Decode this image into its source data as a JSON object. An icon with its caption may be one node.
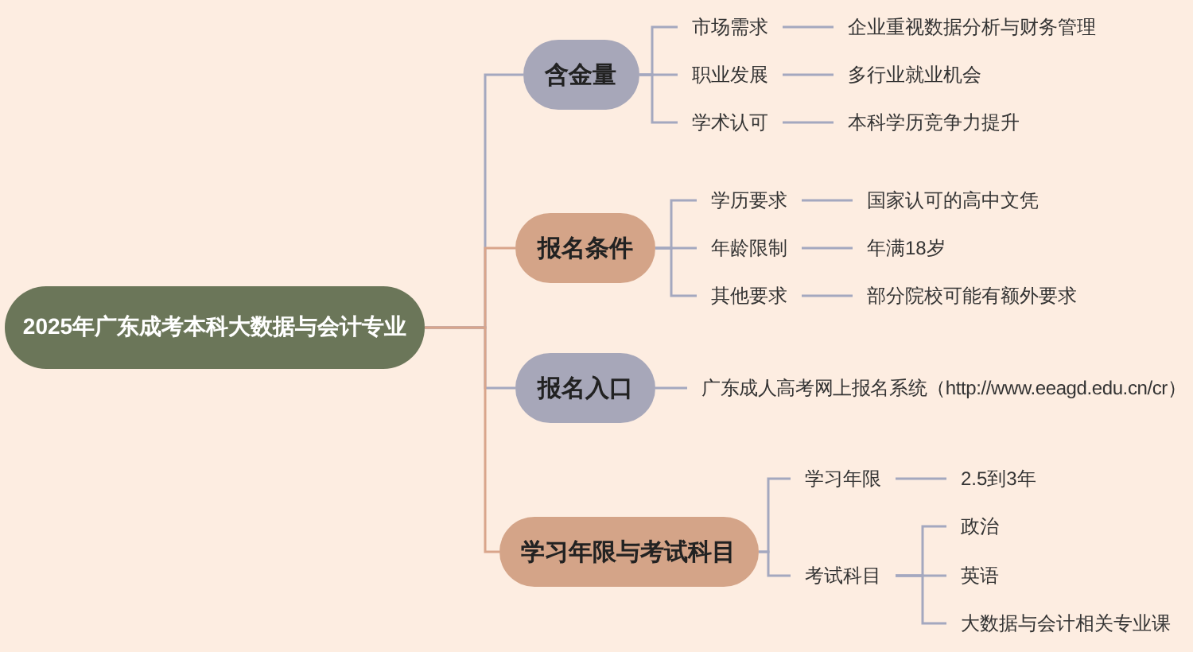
{
  "diagram": {
    "nodes": [
      {
        "text": [
          "2025年广东成考本科大数据与会计专业"
        ]
      },
      {
        "text": [
          "含金量"
        ]
      },
      {
        "text": [
          "市场需求"
        ]
      },
      {
        "text": [
          "企业重视数据分析与财务管理"
        ]
      },
      {
        "text": [
          "职业发展"
        ]
      },
      {
        "text": [
          "多行业就业机会"
        ]
      },
      {
        "text": [
          "学术认可"
        ]
      },
      {
        "text": [
          "本科学历竞争力提升"
        ]
      },
      {
        "text": [
          "报名条件"
        ]
      },
      {
        "text": [
          "学历要求"
        ]
      },
      {
        "text": [
          "国家认可的高中文凭"
        ]
      },
      {
        "text": [
          "年龄限制"
        ]
      },
      {
        "text": [
          "年满18岁"
        ]
      },
      {
        "text": [
          "其他要求"
        ]
      },
      {
        "text": [
          "部分院校可能有额外要求"
        ]
      },
      {
        "text": [
          "报名入口"
        ]
      },
      {
        "text": [
          "广东成人高考网上报名系统（http://www.eeagd.edu.cn/cr）"
        ]
      },
      {
        "text": [
          "学习年限与考试科目"
        ]
      },
      {
        "text": [
          "学习年限"
        ]
      },
      {
        "text": [
          "2.5到3年"
        ]
      },
      {
        "text": [
          "考试科目"
        ]
      },
      {
        "text": [
          "政治"
        ]
      },
      {
        "text": [
          "英语"
        ]
      },
      {
        "text": [
          "大数据与会计相关专业课"
        ]
      }
    ],
    "edges": [
      {
        "from": 0,
        "to": 1,
        "arrow": "none"
      },
      {
        "from": 0,
        "to": 8,
        "arrow": "none",
        "color": "#d9a58b"
      },
      {
        "from": 0,
        "to": 15,
        "arrow": "none"
      },
      {
        "from": 0,
        "to": 17,
        "arrow": "none",
        "color": "#d9a58b"
      },
      {
        "from": 1,
        "to": 2,
        "arrow": "none"
      },
      {
        "from": 2,
        "to": 3,
        "arrow": "none"
      },
      {
        "from": 1,
        "to": 4,
        "arrow": "none"
      },
      {
        "from": 4,
        "to": 5,
        "arrow": "none"
      },
      {
        "from": 1,
        "to": 6,
        "arrow": "none"
      },
      {
        "from": 6,
        "to": 7,
        "arrow": "none"
      },
      {
        "from": 8,
        "to": 9,
        "arrow": "none"
      },
      {
        "from": 9,
        "to": 10,
        "arrow": "none"
      },
      {
        "from": 8,
        "to": 11,
        "arrow": "none"
      },
      {
        "from": 11,
        "to": 12,
        "arrow": "none"
      },
      {
        "from": 8,
        "to": 13,
        "arrow": "none"
      },
      {
        "from": 13,
        "to": 14,
        "arrow": "none"
      },
      {
        "from": 15,
        "to": 16,
        "arrow": "none"
      },
      {
        "from": 17,
        "to": 18,
        "arrow": "none"
      },
      {
        "from": 18,
        "to": 19,
        "arrow": "none"
      },
      {
        "from": 17,
        "to": 20,
        "arrow": "none"
      },
      {
        "from": 20,
        "to": 21,
        "arrow": "none"
      },
      {
        "from": 20,
        "to": 22,
        "arrow": "none"
      },
      {
        "from": 20,
        "to": 23,
        "arrow": "none"
      }
    ]
  }
}
